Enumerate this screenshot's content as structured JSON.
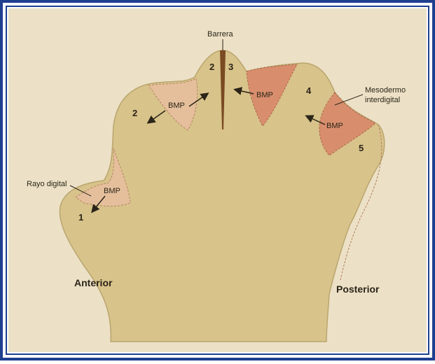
{
  "labels": {
    "barrier": "Barrera",
    "interdigital_mesoderm_line1": "Mesodermo",
    "interdigital_mesoderm_line2": "interdigital",
    "digital_ray": "Rayo digital",
    "anterior": "Anterior",
    "posterior": "Posterior",
    "bmp": "BMP"
  },
  "digits": {
    "d1": "1",
    "d2_left": "2",
    "d2_top": "2",
    "d3": "3",
    "d4": "4",
    "d5": "5"
  },
  "colors": {
    "outer_border": "#1f3f8f",
    "page_background": "#ece1c6",
    "limb_fill": "#d8c38a",
    "limb_outline": "#b9a56e",
    "anterior_interdigit_fill": "#e8bfa0",
    "posterior_interdigit_fill": "#d9896a",
    "barrier_fill": "#7a4a22",
    "text": "#2b2418"
  }
}
